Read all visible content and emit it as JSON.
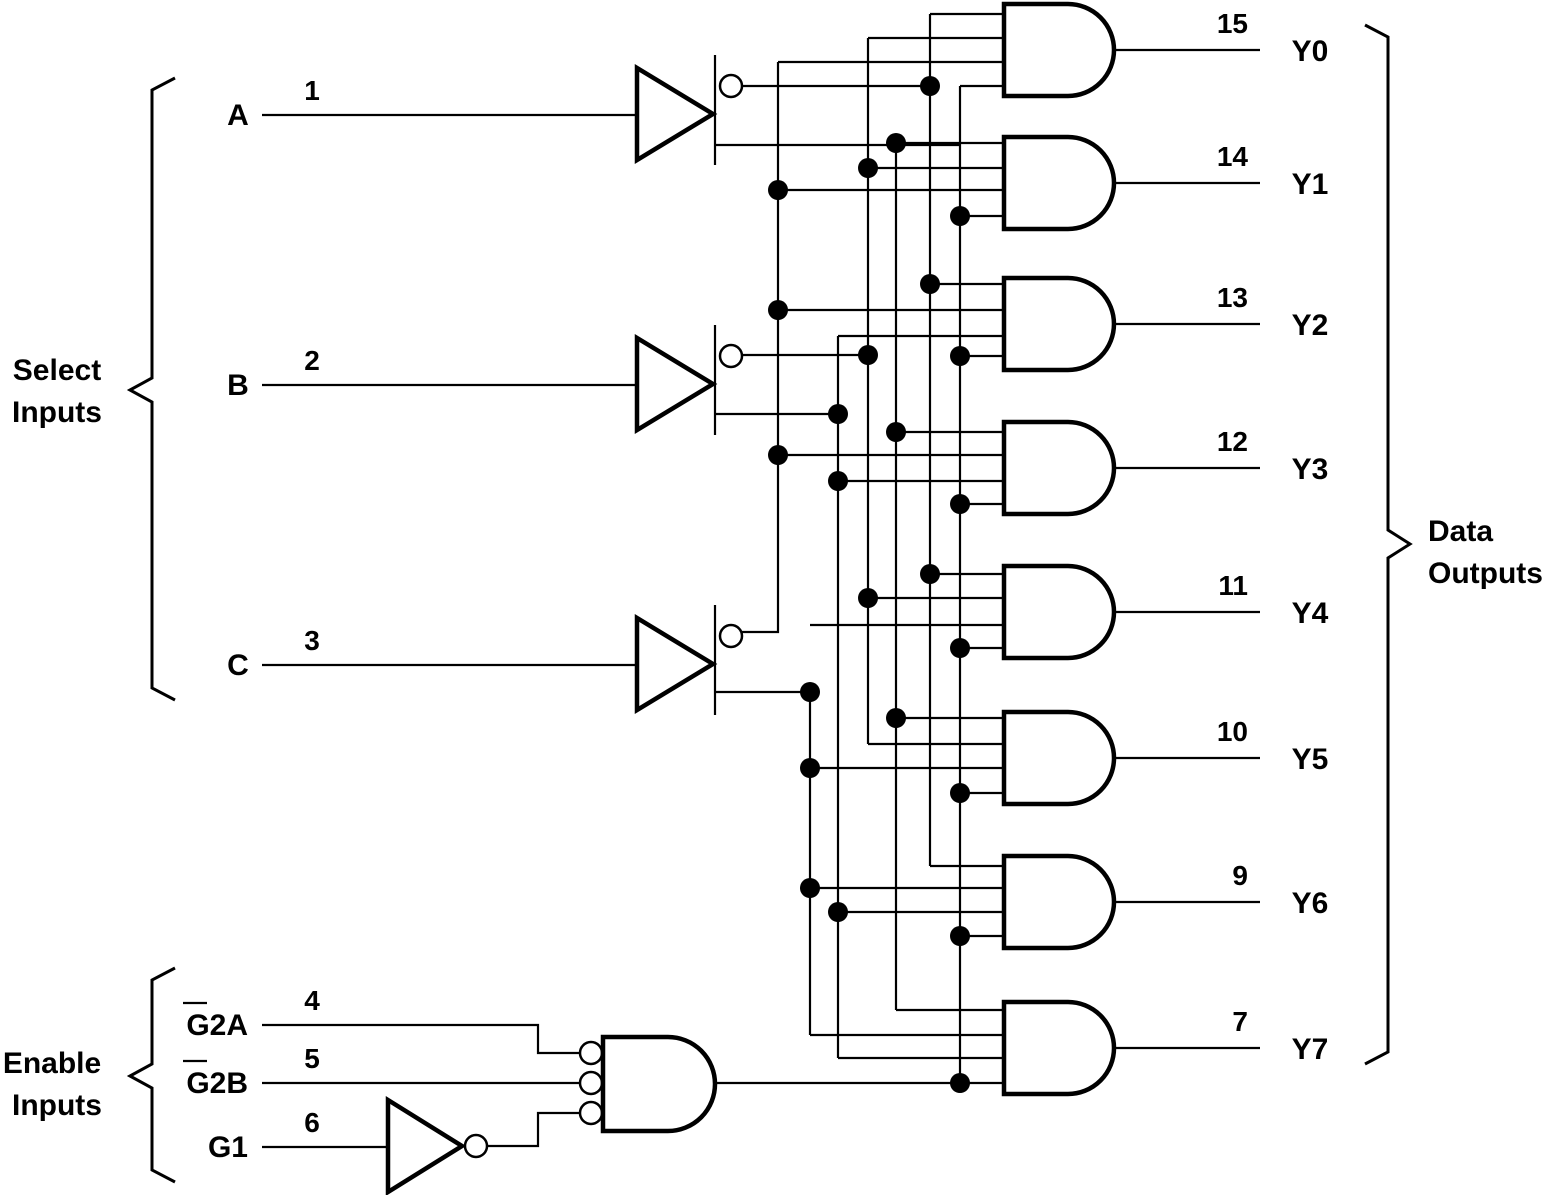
{
  "select_inputs": [
    {
      "label": "A",
      "pin": "1"
    },
    {
      "label": "B",
      "pin": "2"
    },
    {
      "label": "C",
      "pin": "3"
    }
  ],
  "enable_inputs": [
    {
      "label": "G2A",
      "overbar": "G",
      "rest": "2A",
      "pin": "4"
    },
    {
      "label": "G2B",
      "overbar": "G",
      "rest": "2B",
      "pin": "5"
    },
    {
      "label": "G1",
      "pin": "6"
    }
  ],
  "outputs": [
    {
      "label": "Y0",
      "pin": "15"
    },
    {
      "label": "Y1",
      "pin": "14"
    },
    {
      "label": "Y2",
      "pin": "13"
    },
    {
      "label": "Y3",
      "pin": "12"
    },
    {
      "label": "Y4",
      "pin": "11"
    },
    {
      "label": "Y5",
      "pin": "10"
    },
    {
      "label": "Y6",
      "pin": "9"
    },
    {
      "label": "Y7",
      "pin": "7"
    }
  ],
  "groups": {
    "select": [
      "Select",
      "Inputs"
    ],
    "enable": [
      "Enable",
      "Inputs"
    ],
    "outputs": [
      "Data",
      "Outputs"
    ]
  }
}
